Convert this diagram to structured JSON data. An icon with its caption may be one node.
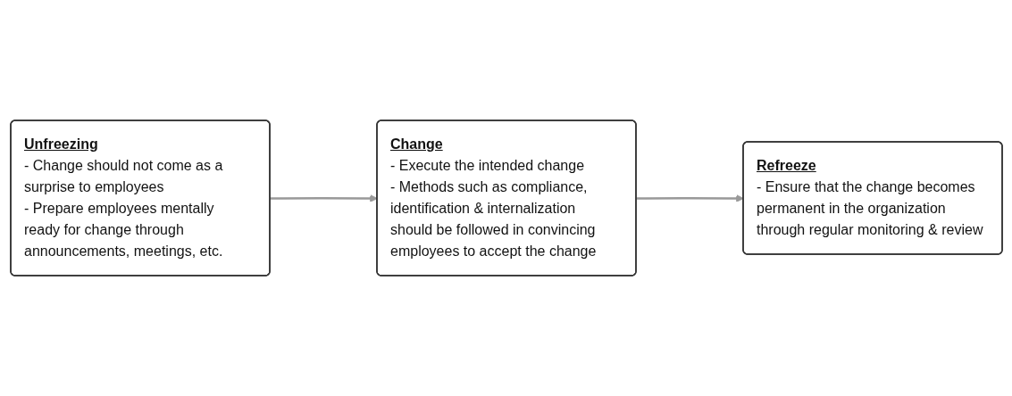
{
  "diagram": {
    "nodes": [
      {
        "text": [
          "Unfreezing",
          "- Change should not come as a surprise to employees",
          "- Prepare employees mentally ready for change through announcements, meetings, etc."
        ]
      },
      {
        "text": [
          "Change",
          "- Execute the intended change",
          "- Methods such as compliance, identification & internalization should be followed in convincing employees to accept the change"
        ]
      },
      {
        "text": [
          "Refreeze",
          "- Ensure that the change becomes permanent in the organization through regular monitoring & review"
        ]
      }
    ],
    "edges": [
      {
        "from": 0,
        "to": 1,
        "arrow": "to"
      },
      {
        "from": 1,
        "to": 2,
        "arrow": "to"
      }
    ]
  }
}
